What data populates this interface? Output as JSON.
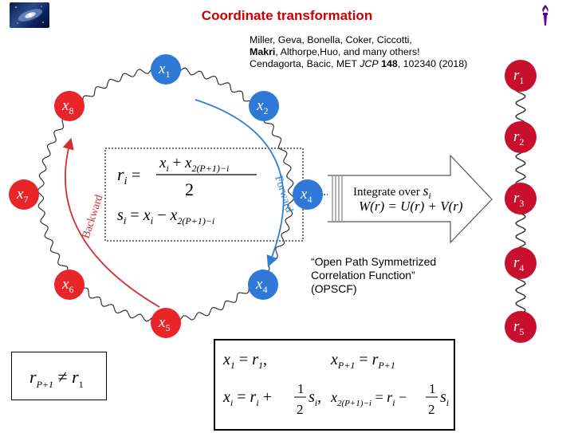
{
  "title": "Coordinate transformation",
  "references": {
    "line1": "Miller, Geva, Bonella, Coker, Ciccotti,",
    "line2_bold": "Makri",
    "line2_rest": ", Althorpe,Huo, and many others!",
    "line3_pre": "Cendagorta, Bacic, MET ",
    "line3_journal": "JCP",
    "line3_volume": "148",
    "line3_post": ", 102340 (2018)"
  },
  "ring_beads": [
    {
      "id": "x1",
      "base": "x",
      "sub": "1"
    },
    {
      "id": "x2",
      "base": "x",
      "sub": "2"
    },
    {
      "id": "x4a",
      "base": "x",
      "sub": "4"
    },
    {
      "id": "x4b",
      "base": "x",
      "sub": "4"
    },
    {
      "id": "x5",
      "base": "x",
      "sub": "5"
    },
    {
      "id": "x6",
      "base": "x",
      "sub": "6"
    },
    {
      "id": "x7",
      "base": "x",
      "sub": "7"
    },
    {
      "id": "x8",
      "base": "x",
      "sub": "8"
    }
  ],
  "chain_beads": [
    {
      "id": "r1",
      "base": "r",
      "sub": "1"
    },
    {
      "id": "r2",
      "base": "r",
      "sub": "2"
    },
    {
      "id": "r3",
      "base": "r",
      "sub": "3"
    },
    {
      "id": "r4",
      "base": "r",
      "sub": "4"
    },
    {
      "id": "r5",
      "base": "r",
      "sub": "5"
    }
  ],
  "arrows": {
    "forward": "Forward",
    "backward": "Backward"
  },
  "integrate": {
    "text": "Integrate over ",
    "var": "s",
    "var_sub": "i",
    "potential": "W(r) = U(r) + V(r)"
  },
  "quote": [
    "“Open Path Symmetrized",
    "Correlation Function”",
    "(OPSCF)"
  ],
  "colors": {
    "title": "#cc0000",
    "ring_bead": "#2f78d6",
    "ring_bead_red": "#e8262a",
    "chain_bead": "#c8102e",
    "arrow_forward": "#2a7fd4",
    "arrow_backward": "#d33030"
  }
}
